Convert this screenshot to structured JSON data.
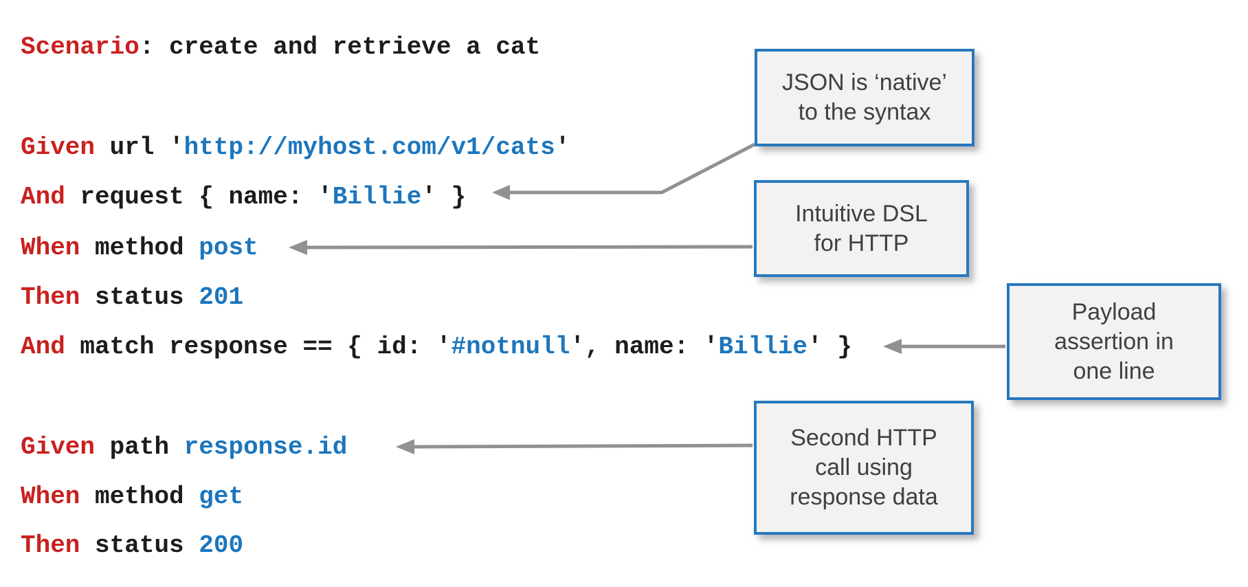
{
  "colors": {
    "keyword_red": "#c8211f",
    "literal_blue": "#1c76bd",
    "code_black": "#1c1c1c",
    "callout_border_blue": "#2878be",
    "callout_fill_gray": "#f2f2f2",
    "callout_text_gray": "#404040",
    "arrow_gray": "#919191",
    "background": "#ffffff"
  },
  "code": {
    "lines": [
      {
        "segments": [
          {
            "t": "Scenario"
          },
          {
            "t": ": create and retrieve a cat"
          }
        ]
      },
      {
        "segments": [
          {
            "t": "Given"
          },
          {
            "t": " url '"
          },
          {
            "t": "http://myhost.com/v1/cats"
          },
          {
            "t": "'"
          }
        ]
      },
      {
        "segments": [
          {
            "t": "And"
          },
          {
            "t": " request { name: '"
          },
          {
            "t": "Billie"
          },
          {
            "t": "' }"
          }
        ]
      },
      {
        "segments": [
          {
            "t": "When"
          },
          {
            "t": " method "
          },
          {
            "t": "post"
          }
        ]
      },
      {
        "segments": [
          {
            "t": "Then"
          },
          {
            "t": " status "
          },
          {
            "t": "201"
          }
        ]
      },
      {
        "segments": [
          {
            "t": "And"
          },
          {
            "t": " match response == { id: '"
          },
          {
            "t": "#notnull"
          },
          {
            "t": "', name: '"
          },
          {
            "t": "Billie"
          },
          {
            "t": "' }"
          }
        ]
      },
      {
        "segments": [
          {
            "t": "Given"
          },
          {
            "t": " path "
          },
          {
            "t": "response.id"
          }
        ]
      },
      {
        "segments": [
          {
            "t": "When"
          },
          {
            "t": " method "
          },
          {
            "t": "get"
          }
        ]
      },
      {
        "segments": [
          {
            "t": "Then"
          },
          {
            "t": " status "
          },
          {
            "t": "200"
          }
        ]
      }
    ]
  },
  "callouts": [
    {
      "name": "json-native",
      "lines": [
        "JSON is ‘native’",
        "to the syntax"
      ]
    },
    {
      "name": "intuitive-dsl",
      "lines": [
        "Intuitive DSL",
        "for HTTP"
      ]
    },
    {
      "name": "payload-assertion",
      "lines": [
        "Payload",
        "assertion in",
        "one line"
      ]
    },
    {
      "name": "second-call",
      "lines": [
        "Second HTTP",
        "call using",
        "response data"
      ]
    }
  ]
}
